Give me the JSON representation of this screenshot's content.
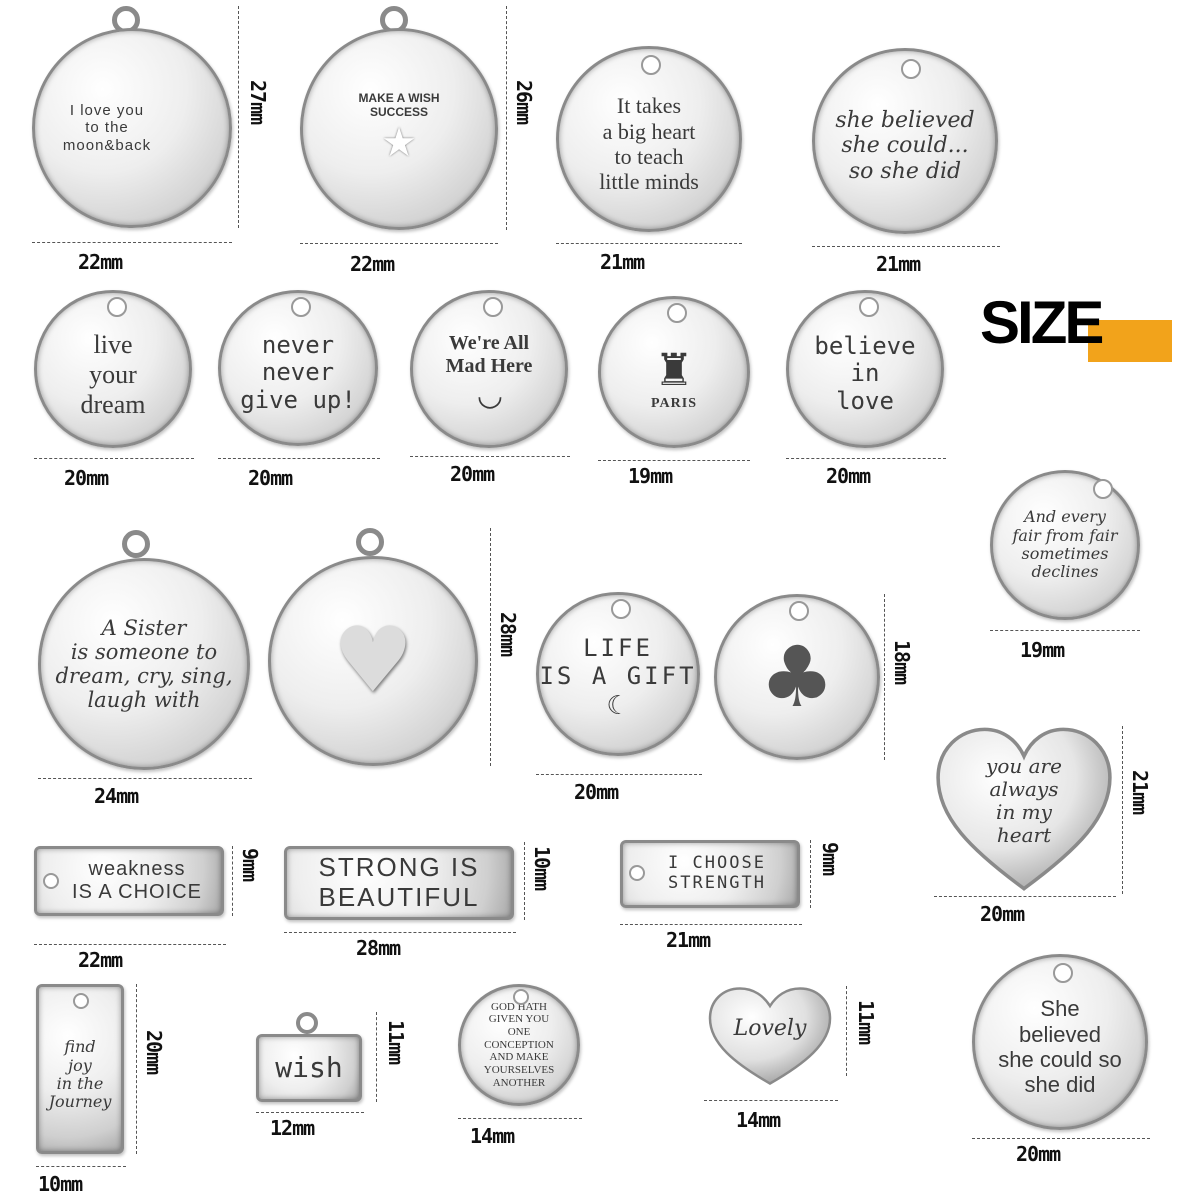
{
  "logo": {
    "text": "SIZE",
    "accent_color": "#f2a31b"
  },
  "charms": [
    {
      "id": "c1",
      "text": "I love you\nto the\nmoon&back",
      "width": "22mm",
      "height": "27mm"
    },
    {
      "id": "c2",
      "text": "MAKE A WISH SUCCESS",
      "width": "22mm",
      "height": "26mm"
    },
    {
      "id": "c3",
      "text": "It takes\na big heart\nto teach\nlittle minds",
      "width": "21mm"
    },
    {
      "id": "c4",
      "text": "she believed\nshe could...\nso she did",
      "width": "21mm"
    },
    {
      "id": "c5",
      "text": "live\nyour\ndream",
      "width": "20mm"
    },
    {
      "id": "c6",
      "text": "never\nnever\ngive up!",
      "width": "20mm"
    },
    {
      "id": "c7",
      "text": "We're All\nMad Here",
      "width": "20mm"
    },
    {
      "id": "c8",
      "text": "PARIS",
      "width": "19mm"
    },
    {
      "id": "c9",
      "text": "believe\nin\nlove",
      "width": "20mm"
    },
    {
      "id": "c10",
      "text": "And every\nfair from fair\nsometimes\ndeclines",
      "width": "19mm"
    },
    {
      "id": "c11",
      "text": "A Sister\nis someone to\ndream, cry, sing,\nlaugh with",
      "width": "24mm"
    },
    {
      "id": "c12",
      "text": "",
      "height": "28mm"
    },
    {
      "id": "c13",
      "text": "LIFE\nIS A GIFT",
      "width": "20mm"
    },
    {
      "id": "c14",
      "text": "",
      "height": "18mm"
    },
    {
      "id": "c15",
      "text": "you are\nalways\nin my\nheart",
      "width": "20mm",
      "height": "21mm"
    },
    {
      "id": "c16",
      "text": "weakness\nIS A CHOICE",
      "width": "22mm",
      "height": "9mm"
    },
    {
      "id": "c17",
      "text": "STRONG IS\nBEAUTIFUL",
      "width": "28mm",
      "height": "10mm"
    },
    {
      "id": "c18",
      "text": "I CHOOSE\nSTRENGTH",
      "width": "21mm",
      "height": "9mm"
    },
    {
      "id": "c19",
      "text": "find\njoy\nin the\nJourney",
      "width": "10mm",
      "height": "20mm"
    },
    {
      "id": "c20",
      "text": "wish",
      "width": "12mm",
      "height": "11mm"
    },
    {
      "id": "c21",
      "text": "GOD HATH\nGIVEN YOU\nONE\nCONCEPTION\nAND MAKE\nYOURSELVES\nANOTHER",
      "width": "14mm"
    },
    {
      "id": "c22",
      "text": "Lovely",
      "width": "14mm",
      "height": "11mm"
    },
    {
      "id": "c23",
      "text": "She\nbelieved\nshe could so\nshe did",
      "width": "20mm"
    }
  ]
}
